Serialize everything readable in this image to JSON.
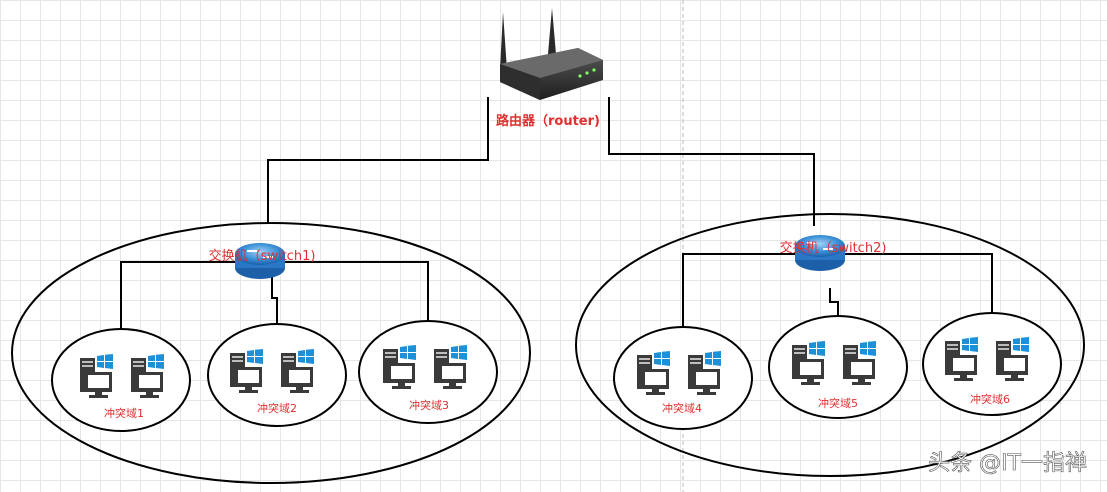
{
  "router": {
    "label": "路由器（router)",
    "icon": "router-icon"
  },
  "switches": [
    {
      "label": "交换机（switch1)",
      "icon": "switch-icon"
    },
    {
      "label": "交换机（switch2)",
      "icon": "switch-icon"
    }
  ],
  "domains": [
    {
      "label": "冲突域1",
      "icon": "windows-pc-pair-icon"
    },
    {
      "label": "冲突域2",
      "icon": "windows-pc-pair-icon"
    },
    {
      "label": "冲突域3",
      "icon": "windows-pc-pair-icon"
    },
    {
      "label": "冲突域4",
      "icon": "windows-pc-pair-icon"
    },
    {
      "label": "冲突域5",
      "icon": "windows-pc-pair-icon"
    },
    {
      "label": "冲突域6",
      "icon": "windows-pc-pair-icon"
    }
  ],
  "watermark": "头条 @IT一指禅",
  "colors": {
    "label_red": "#e03030",
    "line": "#000000",
    "windows_blue": "#1e90d8",
    "switch_blue": "#3a8fd8"
  }
}
